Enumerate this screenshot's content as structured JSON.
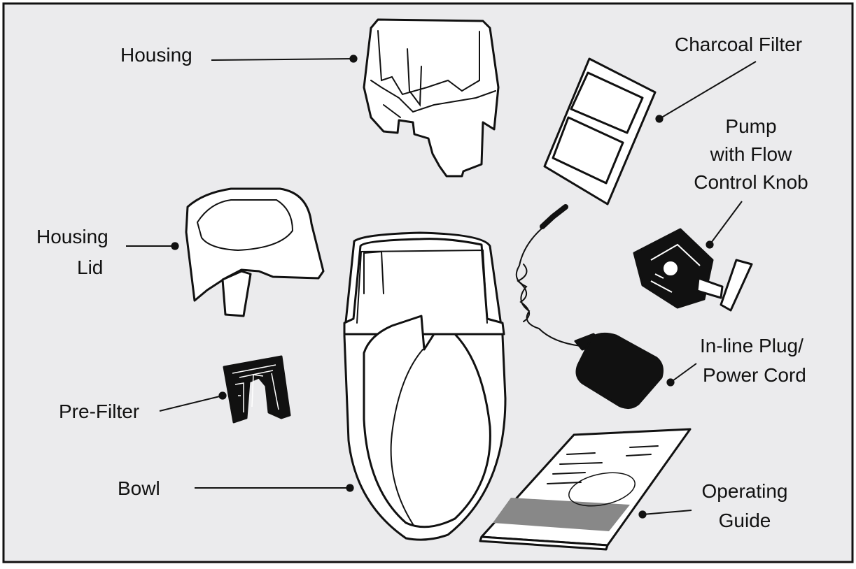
{
  "diagram": {
    "colors": {
      "background": "#ebebed",
      "frame": "#111111",
      "part_fill": "#ffffff",
      "dark_part": "#111111"
    },
    "labels": {
      "housing": "Housing",
      "charcoal_filter": "Charcoal Filter",
      "pump_line1": "Pump",
      "pump_line2": "with Flow",
      "pump_line3": "Control Knob",
      "housing_lid_line1": "Housing",
      "housing_lid_line2": "Lid",
      "inline_plug_line1": "In-line Plug/",
      "inline_plug_line2": "Power Cord",
      "pre_filter": "Pre-Filter",
      "bowl": "Bowl",
      "operating_guide_line1": "Operating",
      "operating_guide_line2": "Guide"
    }
  }
}
